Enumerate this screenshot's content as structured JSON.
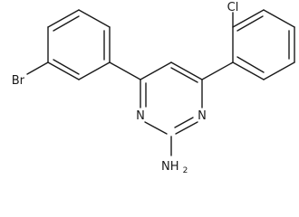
{
  "molecule": {
    "labels": {
      "bromine": "Br",
      "chlorine": "Cl",
      "ring_nitrogen_left": "N",
      "ring_nitrogen_right": "N",
      "amine_main": "NH",
      "amine_subscript": "2"
    },
    "line_color": "#1a1a1a",
    "background": "#ffffff"
  }
}
